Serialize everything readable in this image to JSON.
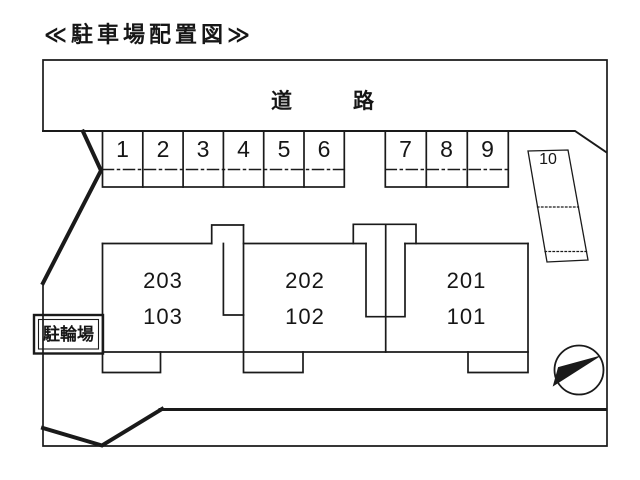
{
  "title": "≪駐車場配置図≫",
  "road": {
    "label": "道路"
  },
  "parking": {
    "spaces": [
      {
        "label": "1"
      },
      {
        "label": "2"
      },
      {
        "label": "3"
      },
      {
        "label": "4"
      },
      {
        "label": "5"
      },
      {
        "label": "6"
      },
      {
        "label": "7"
      },
      {
        "label": "8"
      },
      {
        "label": "9"
      },
      {
        "label": "10"
      }
    ]
  },
  "buildings": [
    {
      "upper": "203",
      "lower": "103"
    },
    {
      "upper": "202",
      "lower": "102"
    },
    {
      "upper": "201",
      "lower": "101"
    }
  ],
  "bicycle_area": {
    "label": "駐輪場"
  },
  "icons": {
    "compass": "compass-needle-icon"
  },
  "colors": {
    "line": "#1a1a1a",
    "background": "#ffffff"
  }
}
